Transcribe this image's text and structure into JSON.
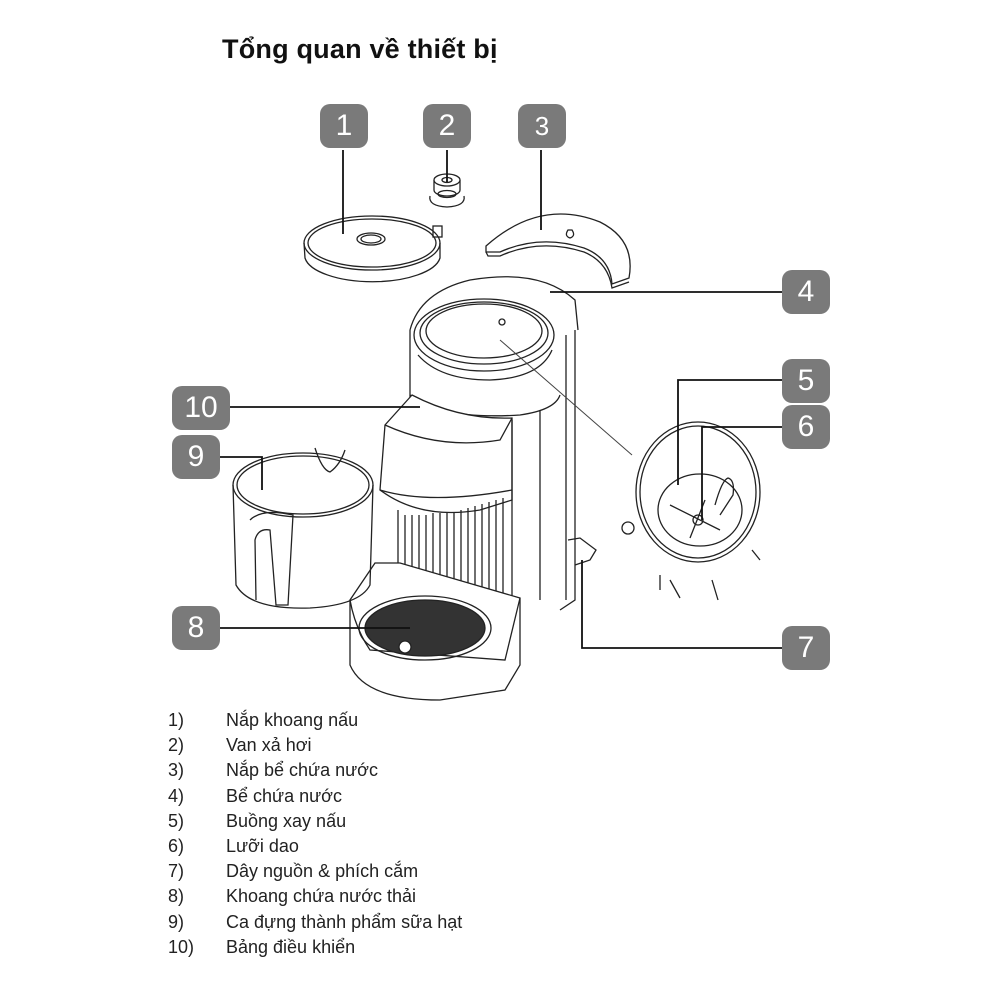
{
  "title": "Tổng quan về thiết bị",
  "callouts": [
    {
      "number": "1",
      "part": "lid-cooking-chamber"
    },
    {
      "number": "2",
      "part": "steam-release-valve"
    },
    {
      "number": "3",
      "part": "water-tank-lid"
    },
    {
      "number": "4",
      "part": "water-tank"
    },
    {
      "number": "5",
      "part": "blending-cooking-chamber"
    },
    {
      "number": "6",
      "part": "blade"
    },
    {
      "number": "7",
      "part": "power-cord-plug"
    },
    {
      "number": "8",
      "part": "waste-water-tray"
    },
    {
      "number": "9",
      "part": "milk-jug"
    },
    {
      "number": "10",
      "part": "control-panel"
    }
  ],
  "legend": [
    {
      "num": "1)",
      "label": "Nắp khoang nấu"
    },
    {
      "num": "2)",
      "label": "Van xả hơi"
    },
    {
      "num": "3)",
      "label": "Nắp bể chứa nước"
    },
    {
      "num": "4)",
      "label": "Bể chứa nước"
    },
    {
      "num": "5)",
      "label": "Buồng xay nấu"
    },
    {
      "num": "6)",
      "label": "Lưỡi dao"
    },
    {
      "num": "7)",
      "label": "Dây nguồn & phích cắm"
    },
    {
      "num": "8)",
      "label": "Khoang chứa nước thải"
    },
    {
      "num": "9)",
      "label": "Ca đựng thành phẩm sữa hạt"
    },
    {
      "num": "10)",
      "label": "Bảng điều khiển"
    }
  ],
  "colors": {
    "badge": "#7a7a7a",
    "line": "#1a1a1a"
  }
}
